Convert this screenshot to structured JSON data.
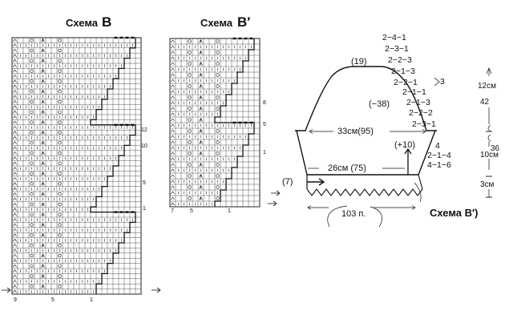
{
  "chart_b": {
    "title": "Схема",
    "letter": "B",
    "right_numbers": [
      "12",
      "10",
      "5",
      "1"
    ],
    "bottom_numbers": [
      "9",
      "5",
      "1"
    ]
  },
  "chart_b_prime": {
    "title": "Схема",
    "letter": "B′",
    "right_numbers": [
      "8",
      "5",
      "1"
    ],
    "bottom_numbers": [
      "7",
      "5",
      "1"
    ]
  },
  "schematic": {
    "top_width": "(19)",
    "side_shaping": "(−38)",
    "upper_width": "33см(95)",
    "increase": "(+10)",
    "lower_width": "26см (75)",
    "edge_left": "(7)",
    "bottom_count": "103 п.",
    "caption": "Схема B′)",
    "decrease_sequence": [
      "2−4−1",
      "2−3−1",
      "2−2−3",
      "2−1−3",
      "2−2−1",
      "2−1−1",
      "2−1−3",
      "2−2−2",
      "2−3−1"
    ],
    "bracket_count": "3",
    "increase_sequence": [
      "4",
      "2−1−4",
      "4−1−6"
    ],
    "right_dims": [
      {
        "cm": "12см",
        "rows": "42"
      },
      {
        "cm": "10см",
        "rows": "36"
      },
      {
        "cm": "3см",
        "rows": ""
      }
    ]
  }
}
